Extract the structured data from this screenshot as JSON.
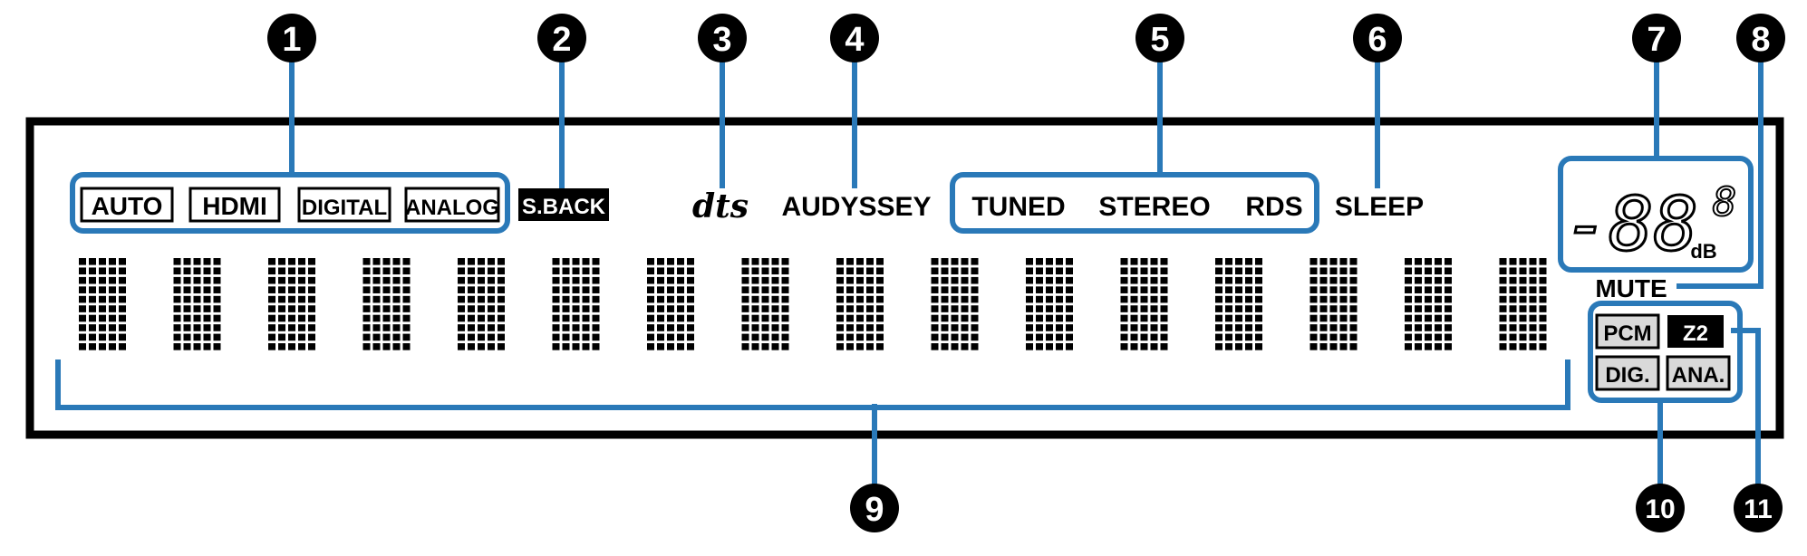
{
  "callouts": [
    "1",
    "2",
    "3",
    "4",
    "5",
    "6",
    "7",
    "8",
    "9",
    "10",
    "11"
  ],
  "display": {
    "input_modes": [
      "AUTO",
      "HDMI",
      "DIGITAL",
      "ANALOG"
    ],
    "surround_back": "S.BACK",
    "dts": "dts",
    "audyssey": "AUDYSSEY",
    "tuner": [
      "TUNED",
      "STEREO",
      "RDS"
    ],
    "sleep": "SLEEP",
    "volume": {
      "main": "-88",
      "decimal": "8",
      "unit": "dB"
    },
    "mute": "MUTE",
    "signal": {
      "pcm": "PCM",
      "zone2": "Z2",
      "digital": "DIG.",
      "analog": "ANA."
    },
    "dot_matrix_characters": 16
  },
  "colors": {
    "callout_line": "#2a79b8",
    "callout_badge": "#000000",
    "frame": "#000000",
    "indicator_fill": "#d9d9d9",
    "inverse_label": "#000000"
  }
}
